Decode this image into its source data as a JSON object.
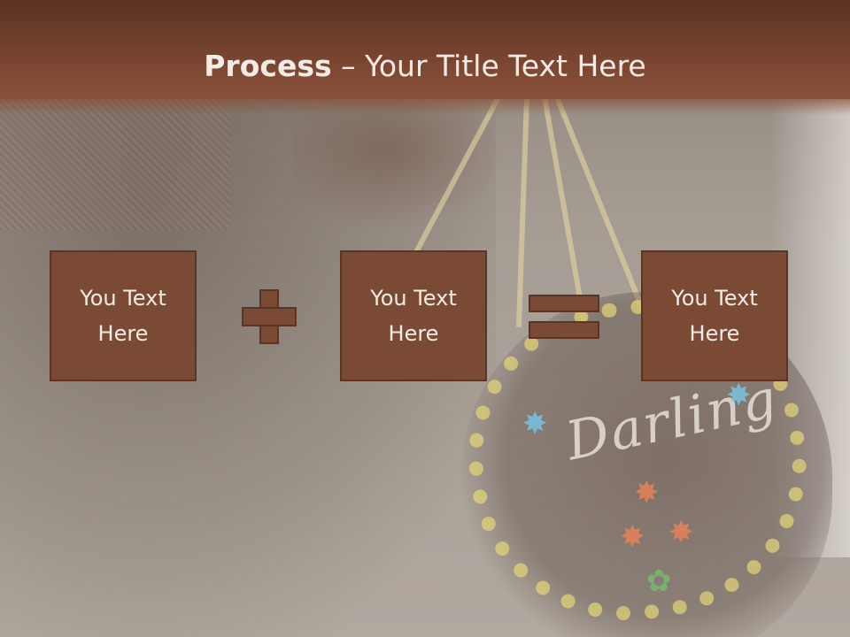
{
  "slide": {
    "title_bold": "Process",
    "title_rest": " – Your Title Text Here"
  },
  "boxes": [
    {
      "text": "You Text\nHere"
    },
    {
      "text": "You Text\nHere"
    },
    {
      "text": "You Text\nHere"
    }
  ],
  "operators": {
    "plus": "plus-icon",
    "equals": "equals-icon"
  },
  "background": {
    "photo_word": "Darling"
  },
  "colors": {
    "title_bar": "#7a4530",
    "box_fill": "#7b4a34",
    "box_border": "#5a3424",
    "text_light": "#f2ebe6"
  }
}
